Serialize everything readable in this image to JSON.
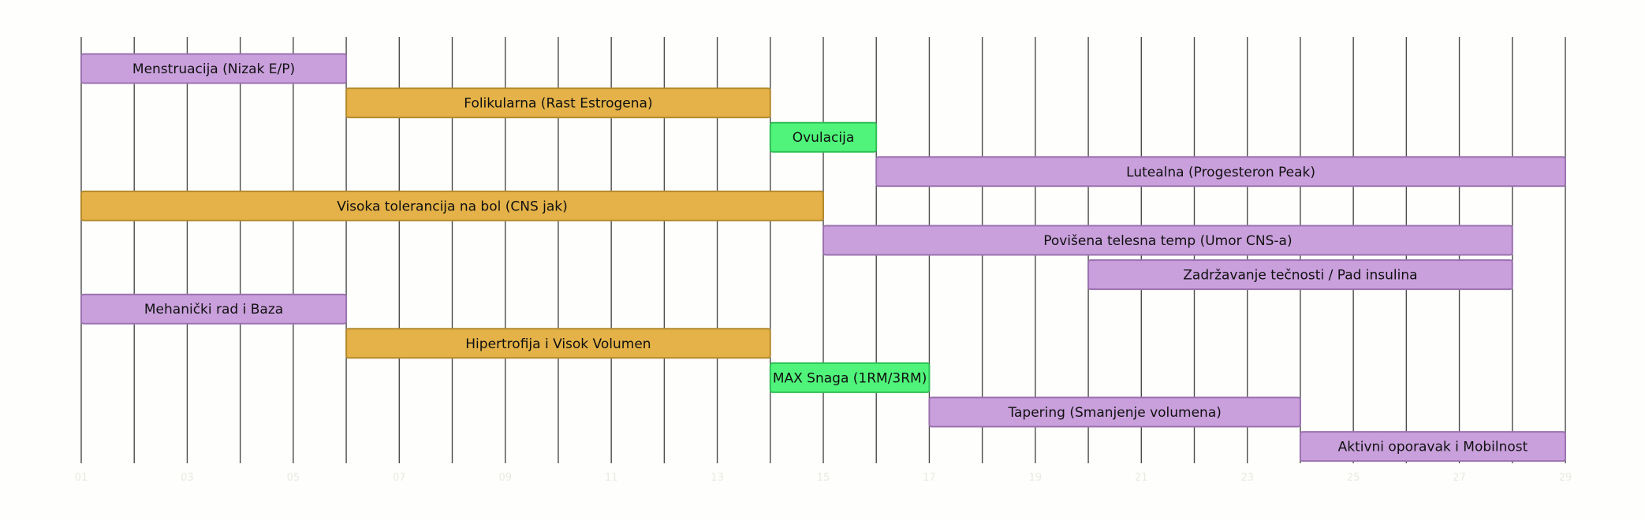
{
  "chart_data": {
    "type": "gantt",
    "title": "",
    "x_unit": "day",
    "x_range": [
      1,
      29
    ],
    "x_ticks": [
      "01",
      "03",
      "05",
      "07",
      "09",
      "11",
      "13",
      "15",
      "17",
      "19",
      "21",
      "23",
      "25",
      "27",
      "29"
    ],
    "grid": true,
    "colors": {
      "purple": "#c9a0dc",
      "purple_border": "#9b72b0",
      "orange": "#e4b248",
      "orange_border": "#b48a2c",
      "green": "#50f47a",
      "green_border": "#2fbf55"
    },
    "tasks": [
      {
        "label": "Menstruacija (Nizak E/P)",
        "start": 1,
        "end": 6,
        "color": "purple"
      },
      {
        "label": "Folikularna (Rast Estrogena)",
        "start": 6,
        "end": 14,
        "color": "orange"
      },
      {
        "label": "Ovulacija",
        "start": 14,
        "end": 16,
        "color": "green"
      },
      {
        "label": "Lutealna (Progesteron Peak)",
        "start": 16,
        "end": 29,
        "color": "purple"
      },
      {
        "label": "Visoka tolerancija na bol (CNS jak)",
        "start": 1,
        "end": 15,
        "color": "orange"
      },
      {
        "label": "Povišena telesna temp (Umor CNS-a)",
        "start": 15,
        "end": 28,
        "color": "purple"
      },
      {
        "label": "Zadržavanje tečnosti / Pad insulina",
        "start": 20,
        "end": 28,
        "color": "purple"
      },
      {
        "label": "Mehanički rad i Baza",
        "start": 1,
        "end": 6,
        "color": "purple"
      },
      {
        "label": "Hipertrofija i Visok Volumen",
        "start": 6,
        "end": 14,
        "color": "orange"
      },
      {
        "label": "MAX Snaga (1RM/3RM)",
        "start": 14,
        "end": 17,
        "color": "green"
      },
      {
        "label": "Tapering (Smanjenje volumena)",
        "start": 17,
        "end": 24,
        "color": "purple"
      },
      {
        "label": "Aktivni oporavak i Mobilnost",
        "start": 24,
        "end": 29,
        "color": "purple"
      }
    ]
  }
}
